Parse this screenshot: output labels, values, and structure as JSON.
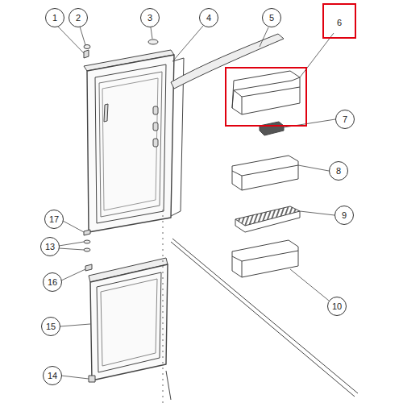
{
  "diagram": {
    "labels": [
      "1",
      "2",
      "3",
      "4",
      "5",
      "6",
      "7",
      "8",
      "9",
      "10",
      "17",
      "13",
      "16",
      "15",
      "14"
    ]
  }
}
